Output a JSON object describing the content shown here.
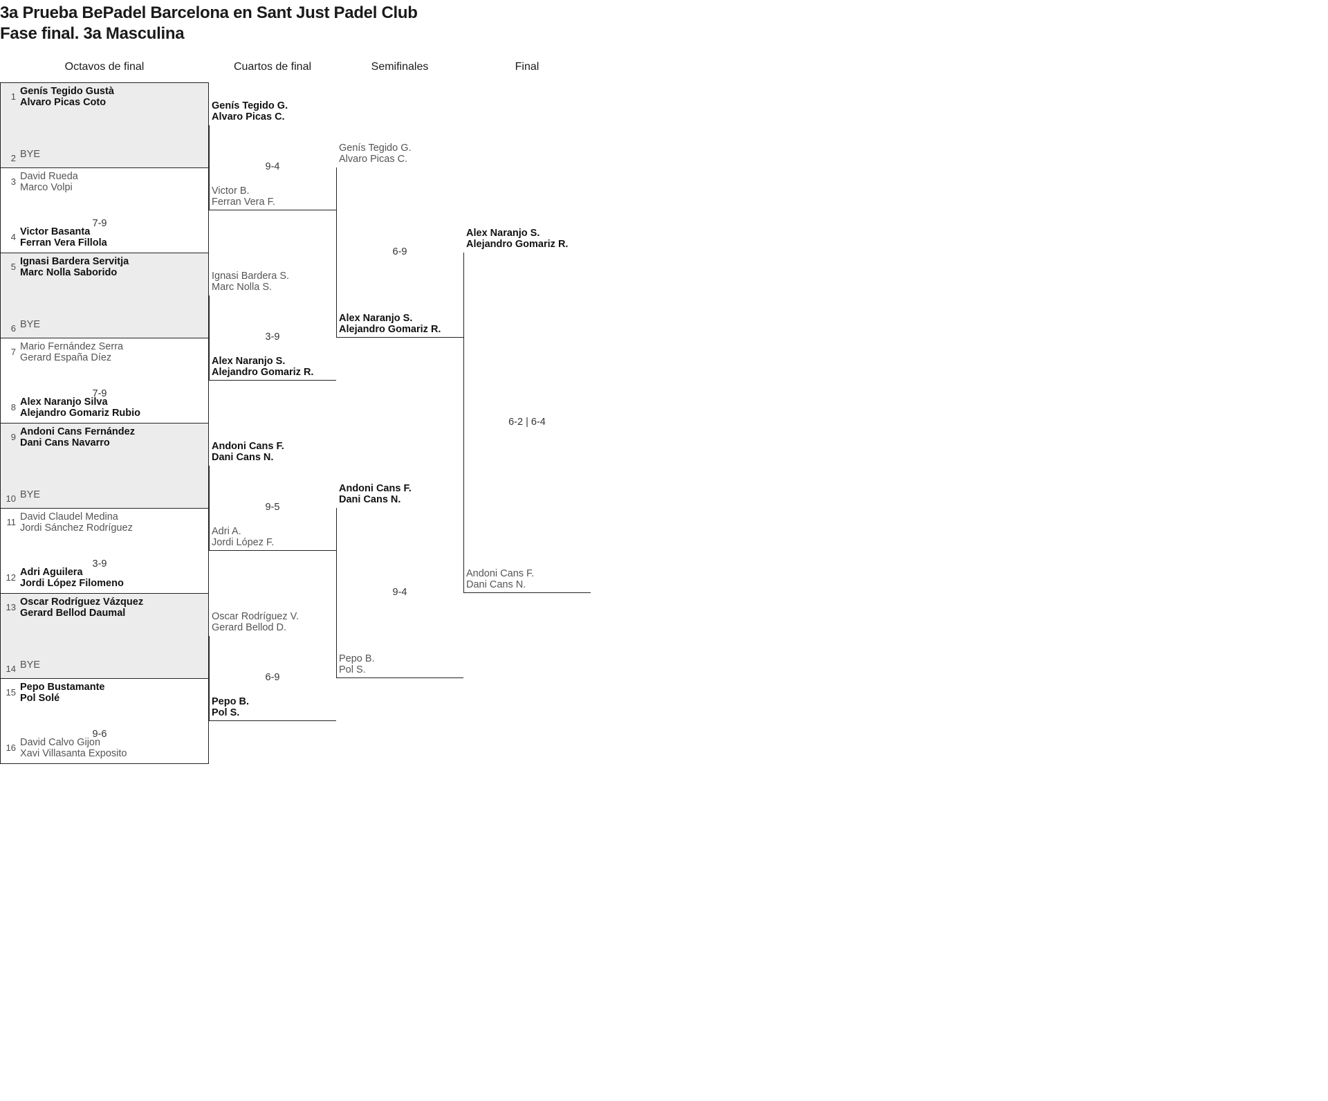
{
  "header": {
    "title_line1": "3a Prueba BePadel Barcelona en Sant Just Padel Club",
    "title_line2": "Fase final. 3a Masculina"
  },
  "rounds": [
    {
      "label": "Octavos de final"
    },
    {
      "label": "Cuartos de final"
    },
    {
      "label": "Semifinales"
    },
    {
      "label": "Final"
    }
  ],
  "round1": [
    {
      "shaded": true,
      "score": "",
      "top": {
        "seed": "1",
        "p1": "Genís Tegido Gustà",
        "p2": "Alvaro Picas Coto",
        "result": "winner"
      },
      "bottom": {
        "seed": "2",
        "p1": "BYE",
        "p2": "",
        "result": "bye"
      }
    },
    {
      "shaded": false,
      "score": "7-9",
      "top": {
        "seed": "3",
        "p1": "David Rueda",
        "p2": "Marco Volpi",
        "result": "loser"
      },
      "bottom": {
        "seed": "4",
        "p1": "Victor Basanta",
        "p2": "Ferran Vera Fillola",
        "result": "winner"
      }
    },
    {
      "shaded": true,
      "score": "",
      "top": {
        "seed": "5",
        "p1": "Ignasi Bardera Servitja",
        "p2": "Marc Nolla Saborido",
        "result": "winner"
      },
      "bottom": {
        "seed": "6",
        "p1": "BYE",
        "p2": "",
        "result": "bye"
      }
    },
    {
      "shaded": false,
      "score": "7-9",
      "top": {
        "seed": "7",
        "p1": "Mario Fernández Serra",
        "p2": "Gerard España Díez",
        "result": "loser"
      },
      "bottom": {
        "seed": "8",
        "p1": "Alex Naranjo Silva",
        "p2": "Alejandro Gomariz Rubio",
        "result": "winner"
      }
    },
    {
      "shaded": true,
      "score": "",
      "top": {
        "seed": "9",
        "p1": "Andoni Cans Fernández",
        "p2": "Dani Cans Navarro",
        "result": "winner"
      },
      "bottom": {
        "seed": "10",
        "p1": "BYE",
        "p2": "",
        "result": "bye"
      }
    },
    {
      "shaded": false,
      "score": "3-9",
      "top": {
        "seed": "11",
        "p1": "David Claudel Medina",
        "p2": "Jordi Sánchez Rodríguez",
        "result": "loser"
      },
      "bottom": {
        "seed": "12",
        "p1": "Adri Aguilera",
        "p2": "Jordi López Filomeno",
        "result": "winner"
      }
    },
    {
      "shaded": true,
      "score": "",
      "top": {
        "seed": "13",
        "p1": "Oscar Rodríguez Vázquez",
        "p2": "Gerard Bellod Daumal",
        "result": "winner"
      },
      "bottom": {
        "seed": "14",
        "p1": "BYE",
        "p2": "",
        "result": "bye"
      }
    },
    {
      "shaded": false,
      "score": "9-6",
      "top": {
        "seed": "15",
        "p1": "Pepo Bustamante",
        "p2": "Pol Solé",
        "result": "winner"
      },
      "bottom": {
        "seed": "16",
        "p1": "David Calvo Gijon",
        "p2": "Xavi Villasanta Exposito",
        "result": "loser"
      }
    }
  ],
  "round2": [
    {
      "score": "9-4",
      "top": {
        "p1": "Genís Tegido G.",
        "p2": "Alvaro Picas C.",
        "result": "winner"
      },
      "bottom": {
        "p1": "Victor B.",
        "p2": "Ferran Vera F.",
        "result": "loser"
      }
    },
    {
      "score": "3-9",
      "top": {
        "p1": "Ignasi Bardera S.",
        "p2": "Marc Nolla S.",
        "result": "loser"
      },
      "bottom": {
        "p1": "Alex Naranjo S.",
        "p2": "Alejandro Gomariz R.",
        "result": "winner"
      }
    },
    {
      "score": "9-5",
      "top": {
        "p1": "Andoni Cans F.",
        "p2": "Dani Cans N.",
        "result": "winner"
      },
      "bottom": {
        "p1": "Adri A.",
        "p2": "Jordi López F.",
        "result": "loser"
      }
    },
    {
      "score": "6-9",
      "top": {
        "p1": "Oscar Rodríguez V.",
        "p2": "Gerard Bellod D.",
        "result": "loser"
      },
      "bottom": {
        "p1": "Pepo B.",
        "p2": "Pol S.",
        "result": "winner"
      }
    }
  ],
  "round3": [
    {
      "score": "6-9",
      "top": {
        "p1": "Genís Tegido G.",
        "p2": "Alvaro Picas C.",
        "result": "loser"
      },
      "bottom": {
        "p1": "Alex Naranjo S.",
        "p2": "Alejandro Gomariz R.",
        "result": "winner"
      }
    },
    {
      "score": "9-4",
      "top": {
        "p1": "Andoni Cans F.",
        "p2": "Dani Cans N.",
        "result": "winner"
      },
      "bottom": {
        "p1": "Pepo B.",
        "p2": "Pol S.",
        "result": "loser"
      }
    }
  ],
  "round4": [
    {
      "score": "6-2 | 6-4",
      "top": {
        "p1": "Alex Naranjo S.",
        "p2": "Alejandro Gomariz R.",
        "result": "winner"
      },
      "bottom": {
        "p1": "Andoni Cans F.",
        "p2": "Dani Cans N.",
        "result": "loser"
      }
    }
  ]
}
